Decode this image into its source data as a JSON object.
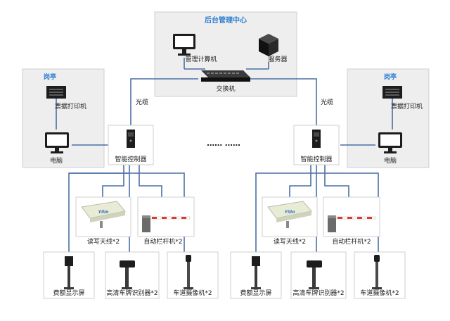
{
  "center": {
    "title": "后台管理中心",
    "computer_label": "管理计算机",
    "server_label": "服务器",
    "switch_label": "交换机"
  },
  "links": {
    "left_fiber": "光缆",
    "right_fiber": "光缆",
    "ellipsis": "……  ……"
  },
  "left_booth": {
    "title": "岗亭",
    "printer_label": "票据打印机",
    "pc_label": "电脑"
  },
  "right_booth": {
    "title": "岗亭",
    "printer_label": "票据打印机",
    "pc_label": "电脑"
  },
  "left_site": {
    "controller_label": "智能控制器",
    "antenna_label": "读写天线*2",
    "barrier_label": "自动栏杆机*2",
    "display_label": "费额显示屏",
    "lpr_label": "高清车牌识别器*2",
    "camera_label": "车道摄像机*2"
  },
  "right_site": {
    "controller_label": "智能控制器",
    "antenna_label": "读写天线*2",
    "barrier_label": "自动栏杆机*2",
    "display_label": "费额显示屏",
    "lpr_label": "高清车牌识别器*2",
    "camera_label": "车道摄像机*2"
  },
  "device_brand_text": "Yilin",
  "colors": {
    "line": "#4a6fa5",
    "box_fill": "#eeeeee",
    "box_stroke": "#cfcfcf",
    "title_blue": "#2f7fd1",
    "device_dark": "#1d1d1d",
    "barrier_red": "#e03a2a"
  }
}
